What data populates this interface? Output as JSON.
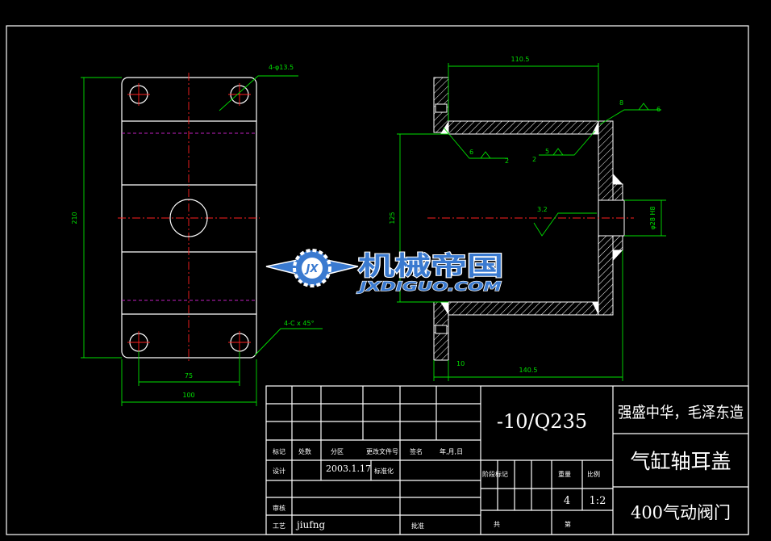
{
  "front_view": {
    "hole_note": "4-φ13.5",
    "chamfer_note": "4-C x 45°",
    "height_dim": "210",
    "hole_spacing_dim": "75",
    "width_dim": "100"
  },
  "section_view": {
    "top_dim": "110.5",
    "bottom_dim": "140.5",
    "height_dim": "125",
    "bore_dim": "φ28 H8",
    "small_dim": "10",
    "roughness": "3.2",
    "weld_a_leg": "6",
    "weld_a_len": "2",
    "weld_b_leg": "5",
    "weld_b_len": "2",
    "weld_c_leg": "8",
    "weld_c_len": "6"
  },
  "watermark": {
    "cn": "机械帝国",
    "en": "JXDIGUO.COM",
    "emblem": "JX"
  },
  "title_block": {
    "material": "-10/Q235",
    "slogan": "强盛中华，毛泽东造",
    "part_name": "气缸轴耳盖",
    "project": "400气动阀门",
    "labels": {
      "mark": "标记",
      "count": "处数",
      "zone": "分区",
      "change_doc": "更改文件号",
      "sign": "签名",
      "date_col": "年,月,日",
      "design": "设计",
      "standard": "标准化",
      "review": "审核",
      "process": "工艺",
      "approve": "批准",
      "stage_mark": "阶段标记",
      "weight": "重量",
      "scale": "比例",
      "total": "共",
      "sheet": "第"
    },
    "date": "2003.1.17",
    "designer": "jiufng",
    "weight": "4",
    "scale": "1:2"
  }
}
